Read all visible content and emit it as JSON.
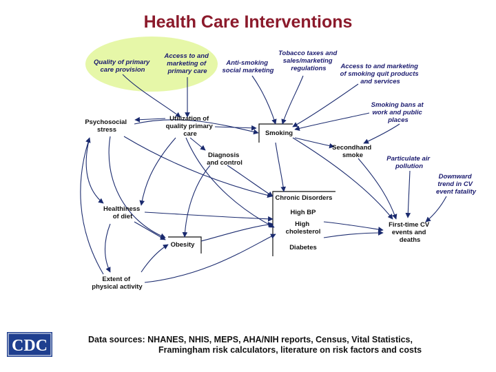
{
  "title": "Health Care Interventions",
  "nodes": {
    "quality_primary": [
      "Quality of primary",
      "care provision"
    ],
    "access_marketing_primary": [
      "Access to and",
      "marketing of",
      "primary care"
    ],
    "anti_smoking": [
      "Anti-smoking",
      "social marketing"
    ],
    "tobacco_taxes": [
      "Tobacco taxes and",
      "sales/marketing",
      "regulations"
    ],
    "access_quit": [
      "Access to and marketing",
      "of smoking quit products",
      "and services"
    ],
    "smoking_bans": [
      "Smoking bans at",
      "work and public",
      "places"
    ],
    "psychosocial": [
      "Psychosocial",
      "stress"
    ],
    "utilization": [
      "Utilization of",
      "quality primary",
      "care"
    ],
    "smoking": [
      "Smoking"
    ],
    "secondhand": [
      "Secondhand",
      "smoke"
    ],
    "particulate": [
      "Particulate air",
      "pollution"
    ],
    "diagnosis": [
      "Diagnosis",
      "and control"
    ],
    "downward": [
      "Downward",
      "trend in CV",
      "event fatality"
    ],
    "chronic": [
      "Chronic Disorders"
    ],
    "high_bp": [
      "High BP"
    ],
    "high_chol": [
      "High",
      "cholesterol"
    ],
    "diabetes": [
      "Diabetes"
    ],
    "diet": [
      "Healthiness",
      "of diet"
    ],
    "obesity": [
      "Obesity"
    ],
    "cv_events": [
      "First-time CV",
      "events and",
      "deaths"
    ],
    "physical": [
      "Extent of",
      "physical activity"
    ]
  },
  "sources": {
    "line1": "Data sources:  NHANES, NHIS, MEPS, AHA/NIH reports, Census, Vital Statistics,",
    "line2": "Framingham risk calculators, literature on risk factors and costs"
  },
  "logo_text": "CDC",
  "colors": {
    "title": "#8b1a2b",
    "highlight": "#e6f7a8",
    "arrow": "#1a2a6e",
    "logo_bg": "#1f3f8f"
  }
}
